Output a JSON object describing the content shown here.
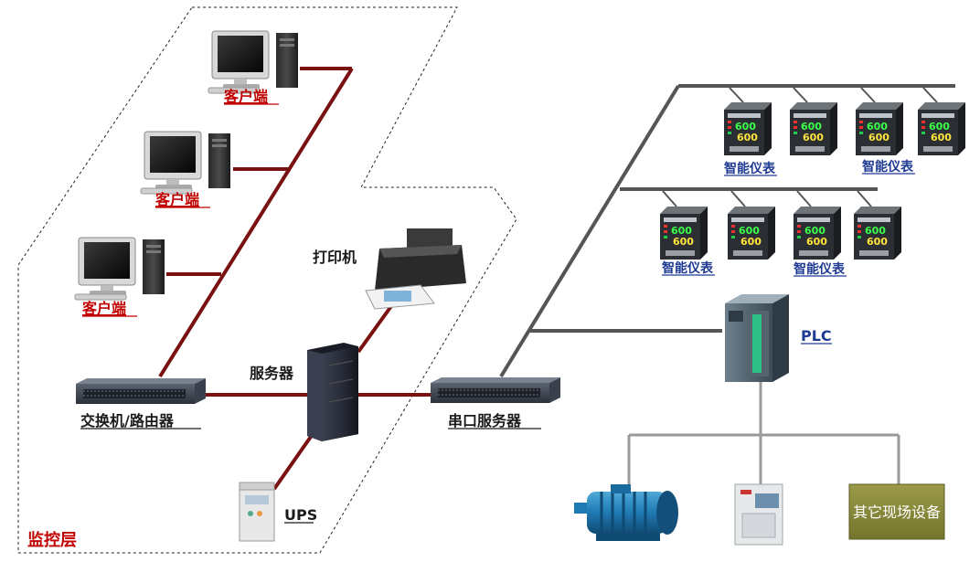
{
  "diagram": {
    "layer_label": "监控层",
    "clients": [
      {
        "label": "客户端"
      },
      {
        "label": "客户端"
      },
      {
        "label": "客户端"
      }
    ],
    "printer_label": "打印机",
    "server_label": "服务器",
    "switch_label": "交换机/路由器",
    "serial_server_label": "串口服务器",
    "ups_label": "UPS",
    "plc_label": "PLC",
    "meter_labels": [
      "智能仪表",
      "智能仪表",
      "智能仪表",
      "智能仪表"
    ],
    "meter_display_value": "600",
    "field_box_label": "其它现场设备",
    "colors": {
      "monitor_wire": "#7a1111",
      "field_wire": "#555555",
      "label_red": "#c00000",
      "label_blue": "#1f3a93",
      "field_box": "#8c8c3c"
    }
  }
}
